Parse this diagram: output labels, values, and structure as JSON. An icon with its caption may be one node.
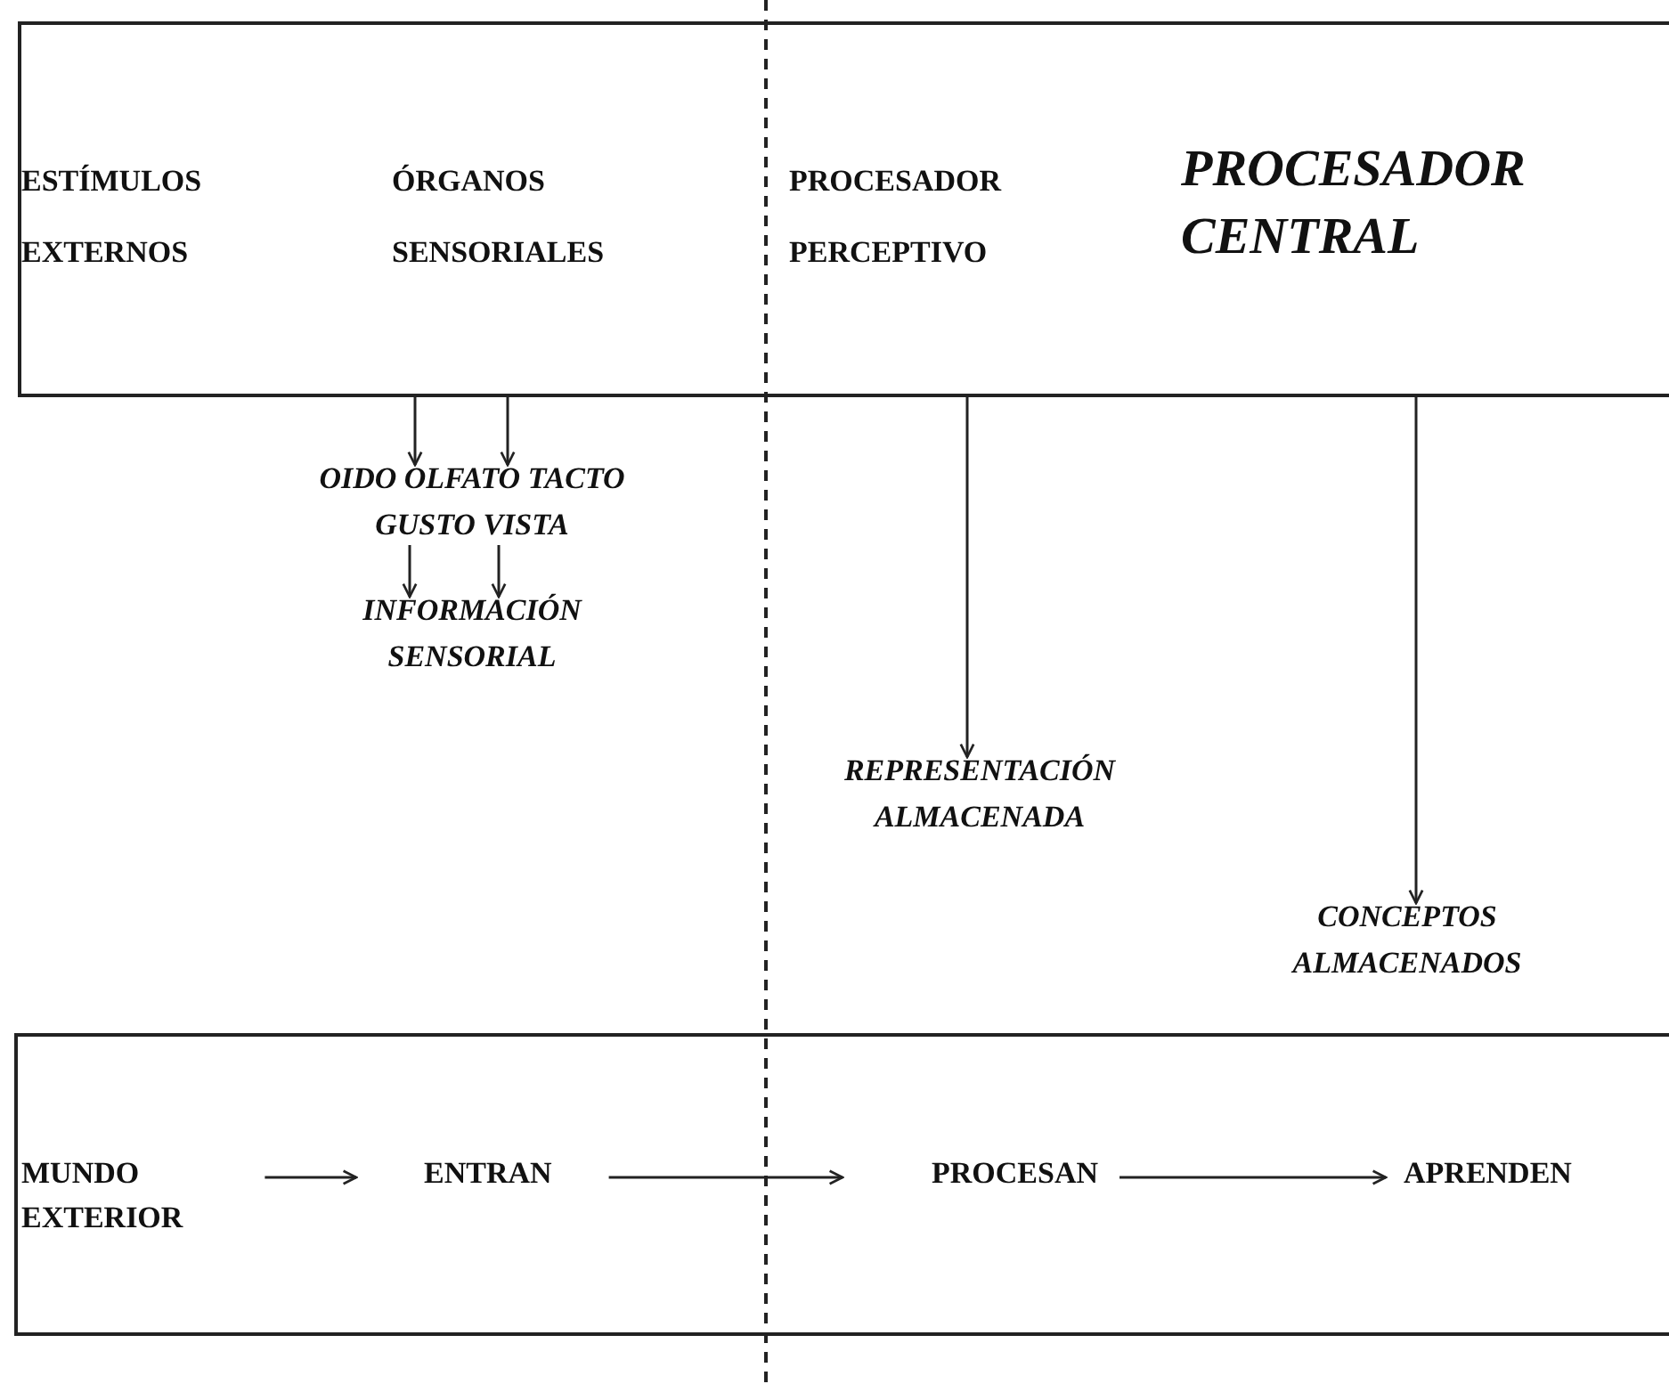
{
  "diagram": {
    "nodes": [
      {
        "text": [],
        "shape": "box"
      },
      {
        "text": [
          "ESTÍMULOS EXTERNOS"
        ],
        "in": 0
      },
      {
        "text": [
          "ÓRGANOS SENSORIALES"
        ],
        "in": 0
      },
      {
        "text": [
          "PROCESADOR PERCEPTIVO"
        ],
        "in": 0
      },
      {
        "text": [
          "PROCESADOR CENTRAL"
        ],
        "in": 0
      },
      {
        "text": [
          "OIDO OLFATO TACTO GUSTO VISTA"
        ]
      },
      {
        "text": [
          "INFORMACIÓN SENSORIAL"
        ]
      },
      {
        "text": [
          "REPRESENTACIÓN ALMACENADA"
        ]
      },
      {
        "text": [
          "CONCEPTOS ALMACENADOS"
        ]
      },
      {
        "text": [],
        "shape": "box"
      },
      {
        "text": [
          "MUNDO EXTERIOR"
        ],
        "in": 9
      },
      {
        "text": [
          "ENTRAN"
        ],
        "in": 9
      },
      {
        "text": [
          "PROCESAN"
        ],
        "in": 9
      },
      {
        "text": [
          "APRENDEN"
        ],
        "in": 9
      }
    ],
    "edges": [
      {
        "from": 0,
        "to": 5,
        "arrow": "to"
      },
      {
        "from": 0,
        "to": 5,
        "arrow": "to"
      },
      {
        "from": 5,
        "to": 6,
        "arrow": "to"
      },
      {
        "from": 5,
        "to": 6,
        "arrow": "to"
      },
      {
        "from": 0,
        "to": 7,
        "arrow": "to"
      },
      {
        "from": 0,
        "to": 8,
        "arrow": "to"
      },
      {
        "from": 10,
        "to": 11,
        "arrow": "to"
      },
      {
        "from": 11,
        "to": 12,
        "arrow": "to"
      },
      {
        "from": 12,
        "to": 13,
        "arrow": "to"
      }
    ]
  }
}
